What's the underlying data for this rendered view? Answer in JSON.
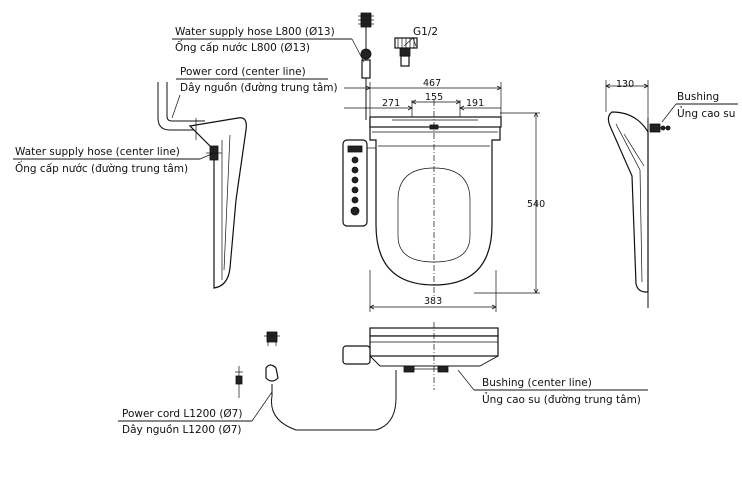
{
  "labels": {
    "water_hose_en": "Water supply hose L800 (Ø13)",
    "water_hose_vi": "Ống cấp nước L800 (Ø13)",
    "power_cord_center_en": "Power cord (center line)",
    "power_cord_center_vi": "Dây nguồn (đường trung tâm)",
    "water_hose_center_en": "Water supply hose (center line)",
    "water_hose_center_vi": "Ống cấp nước (đường trung tâm)",
    "g_thread": "G1/2",
    "bushing_en": "Bushing",
    "bushing_vi": "Ủng cao su",
    "bushing_center_en": "Bushing (center line)",
    "bushing_center_vi": "Ủng cao su (đường trung tâm)",
    "power_cord_len_en": "Power cord L1200 (Ø7)",
    "power_cord_len_vi": "Dây nguồn L1200 (Ø7)"
  },
  "dimensions": {
    "overall_width": "467",
    "left_offset": "271",
    "center_span": "155",
    "right_offset": "191",
    "depth": "540",
    "seat_width": "383",
    "side_width": "130"
  }
}
